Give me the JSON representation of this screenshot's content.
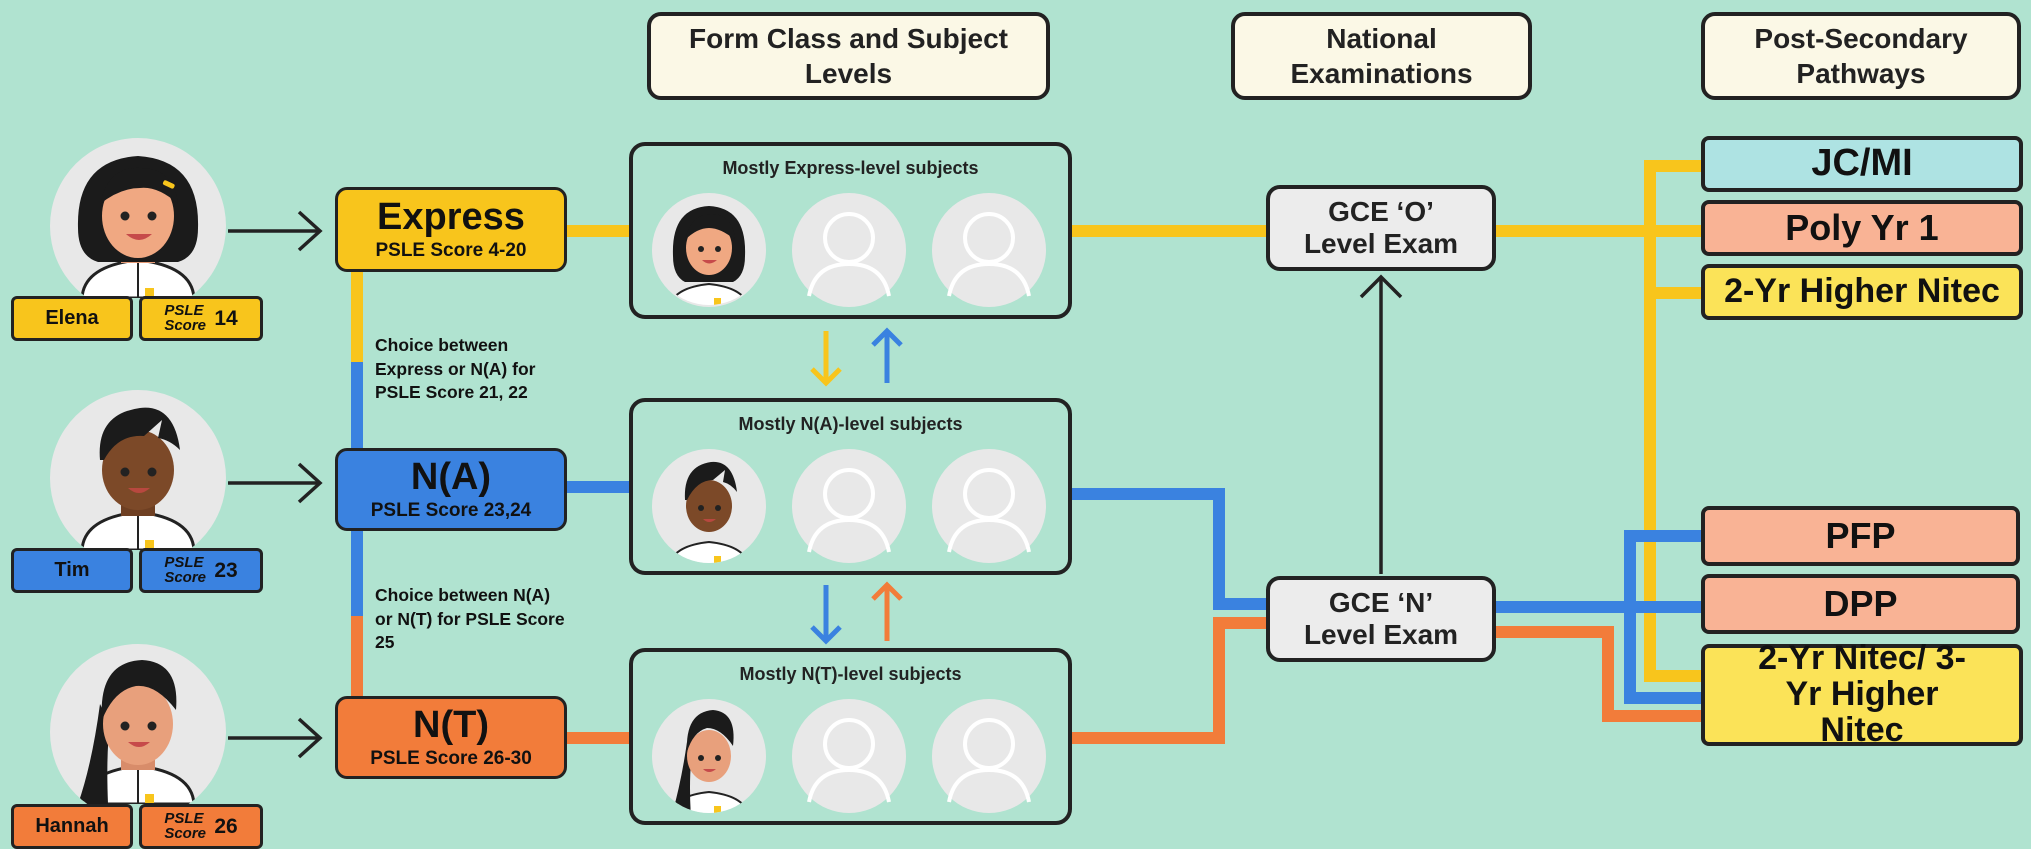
{
  "headers": {
    "form_class": "Form Class and Subject Levels",
    "national_exams": "National Examinations",
    "post_secondary": "Post-Secondary Pathways"
  },
  "students": [
    {
      "name": "Elena",
      "psle_label": "PSLE Score",
      "psle_value": "14",
      "color": "#f8c51c"
    },
    {
      "name": "Tim",
      "psle_label": "PSLE Score",
      "psle_value": "23",
      "color": "#3a82e0"
    },
    {
      "name": "Hannah",
      "psle_label": "PSLE Score",
      "psle_value": "26",
      "color": "#f27c3a"
    }
  ],
  "levels": [
    {
      "title": "Express",
      "score": "PSLE Score 4-20",
      "color": "#f8c51c"
    },
    {
      "title": "N(A)",
      "score": "PSLE Score 23,24",
      "color": "#3a82e0"
    },
    {
      "title": "N(T)",
      "score": "PSLE Score 26-30",
      "color": "#f27c3a"
    }
  ],
  "choices": [
    "Choice between Express or N(A) for PSLE Score 21, 22",
    "Choice between N(A) or N(T) for PSLE Score 25"
  ],
  "classes": [
    "Mostly Express-level subjects",
    "Mostly N(A)-level subjects",
    "Mostly N(T)-level subjects"
  ],
  "exams": {
    "o_level": "GCE ‘O’ Level Exam",
    "n_level": "GCE ‘N’ Level Exam"
  },
  "pathways": [
    {
      "label": "JC/MI",
      "color": "#aee3e3"
    },
    {
      "label": "Poly Yr 1",
      "color": "#f9b395"
    },
    {
      "label": "2-Yr Higher Nitec",
      "color": "#fbe358"
    },
    {
      "label": "PFP",
      "color": "#f9b395"
    },
    {
      "label": "DPP",
      "color": "#f9b395"
    },
    {
      "label": "2-Yr Nitec/ 3-Yr Higher Nitec",
      "color": "#fbe358"
    }
  ],
  "colors": {
    "express": "#f8c51c",
    "na": "#3a82e0",
    "nt": "#f27c3a",
    "background": "#b0e3d0",
    "outline": "#222222"
  }
}
